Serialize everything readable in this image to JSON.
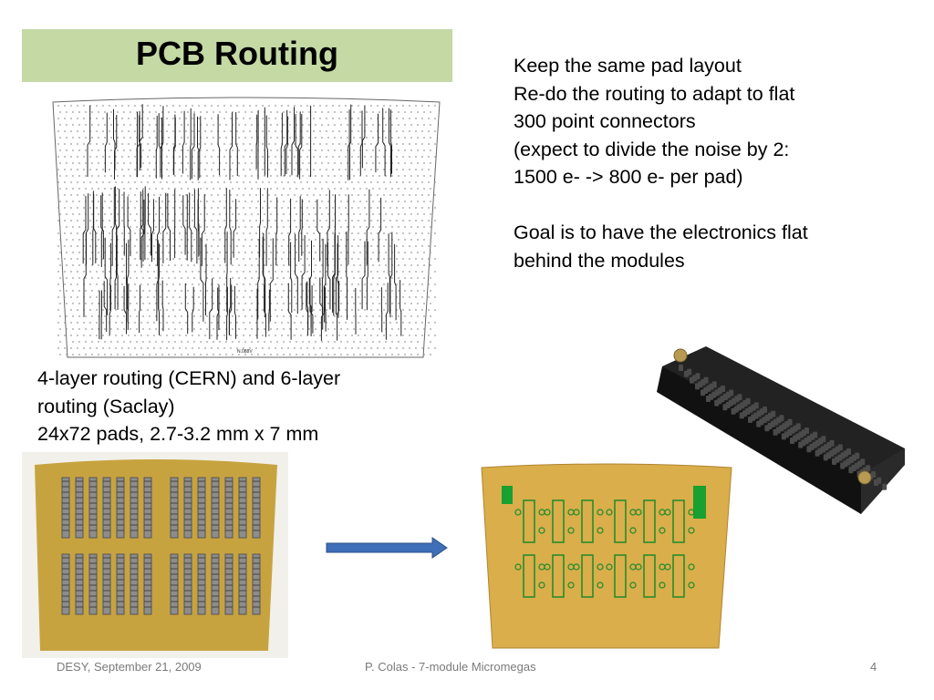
{
  "slide": {
    "title": "PCB Routing",
    "right_lines": [
      "Keep the same pad layout",
      "Re-do the routing to adapt to flat",
      "300 point connectors",
      "(expect to divide the noise by 2:",
      "1500 e- -> 800 e- per pad)",
      "",
      "Goal is to have the electronics flat",
      "behind the modules"
    ],
    "left_lines": [
      "4-layer routing (CERN) and 6-layer",
      "routing (Saclay)",
      "24x72 pads, 2.7-3.2 mm x 7 mm"
    ],
    "routing_label": "N.088V"
  },
  "footer": {
    "left": "DESY, September 21, 2009",
    "center": "P. Colas - 7-module Micromegas",
    "page": "4"
  },
  "colors": {
    "title_bg": "#c4d9a4",
    "pcb_gold": "#c9a23a",
    "pcb_green": "#1e8a2a",
    "arrow_blue": "#3e6fb8",
    "connector_black": "#1c1c1c"
  }
}
